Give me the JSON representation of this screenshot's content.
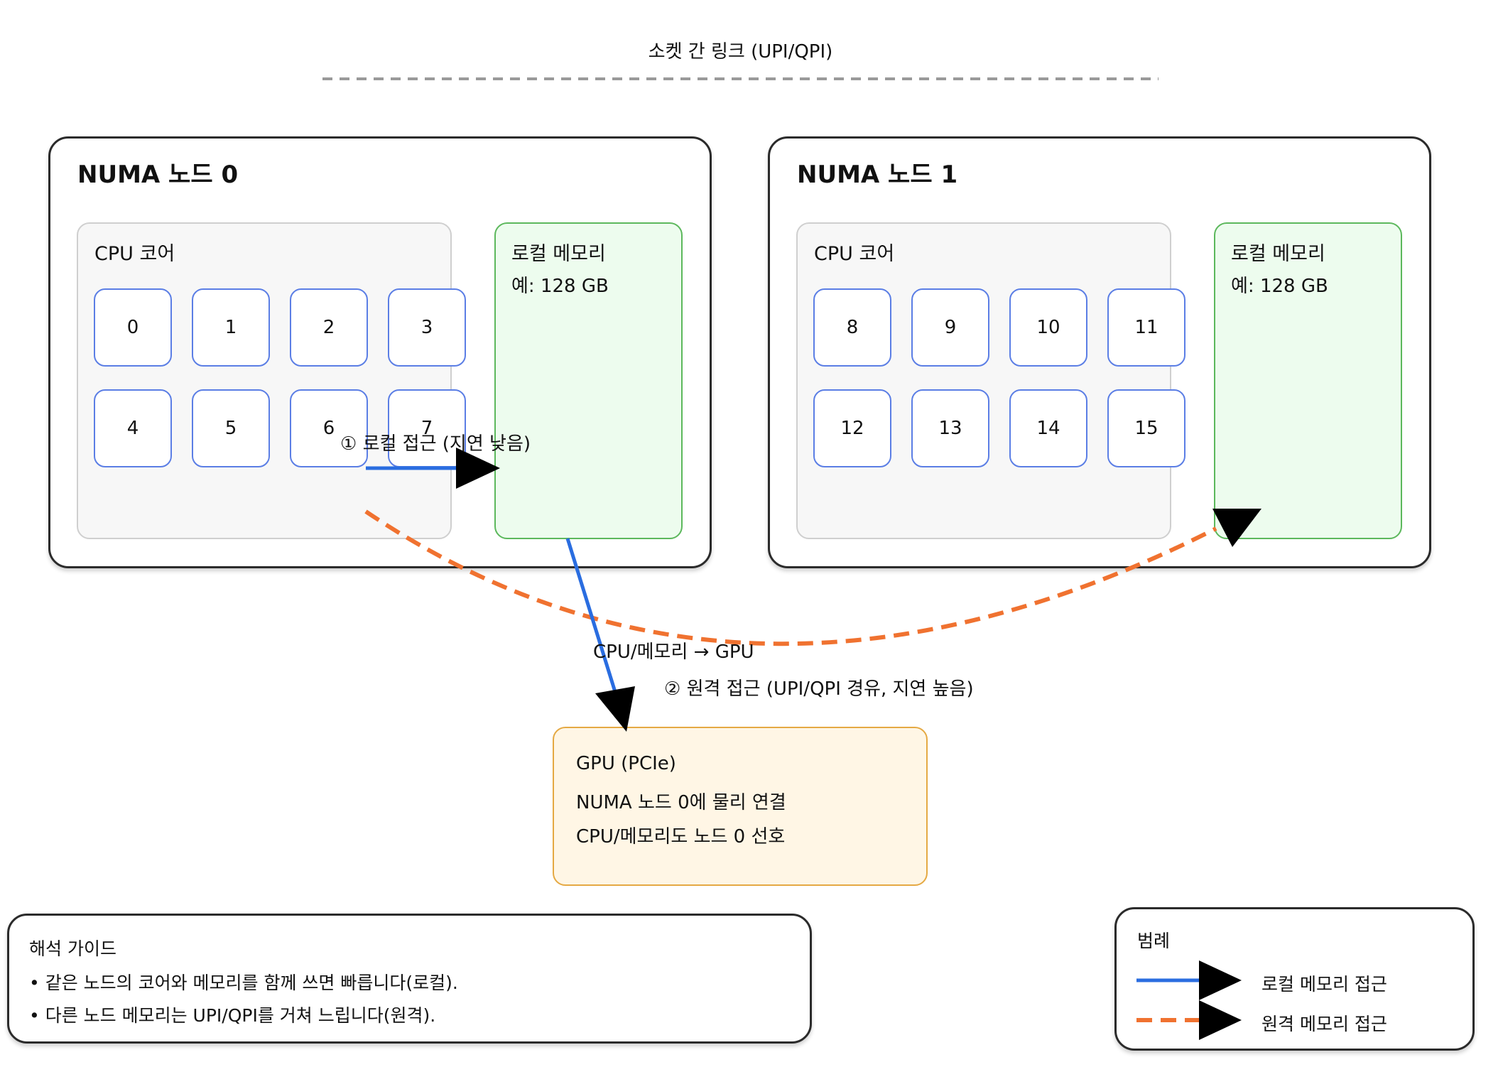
{
  "diagram": {
    "socket_link_label": "소켓 간 링크 (UPI/QPI)",
    "node0": {
      "title": "NUMA 노드 0",
      "cpu_title": "CPU 코어",
      "cores": [
        "0",
        "1",
        "2",
        "3",
        "4",
        "5",
        "6",
        "7"
      ],
      "mem_title": "로컬 메모리",
      "mem_size": "예: 128 GB"
    },
    "node1": {
      "title": "NUMA 노드 1",
      "cpu_title": "CPU 코어",
      "cores": [
        "8",
        "9",
        "10",
        "11",
        "12",
        "13",
        "14",
        "15"
      ],
      "mem_title": "로컬 메모리",
      "mem_size": "예: 128 GB"
    },
    "gpu": {
      "title": "GPU (PCIe)",
      "line1": "NUMA 노드 0에 물리 연결",
      "line2": "CPU/메모리도 노드 0 선호"
    },
    "edges": {
      "local_access": "① 로컬 접근 (지연 낮음)",
      "remote_access": "② 원격 접근 (UPI/QPI 경유, 지연 높음)",
      "cpu_to_gpu": "CPU/메모리 → GPU"
    },
    "guide": {
      "title": "해석 가이드",
      "line1": "• 같은 노드의 코어와 메모리를 함께 쓰면 빠릅니다(로컬).",
      "line2": "• 다른 노드 메모리는 UPI/QPI를 거쳐 느립니다(원격)."
    },
    "legend": {
      "title": "범례",
      "local": "로컬 메모리 접근",
      "remote": "원격 메모리 접근"
    },
    "colors": {
      "local": "#2a6de0",
      "remote": "#f07230",
      "cpu_border": "#5b7ee5",
      "mem_border": "#5cb85c",
      "gpu_border": "#e5a943"
    }
  }
}
